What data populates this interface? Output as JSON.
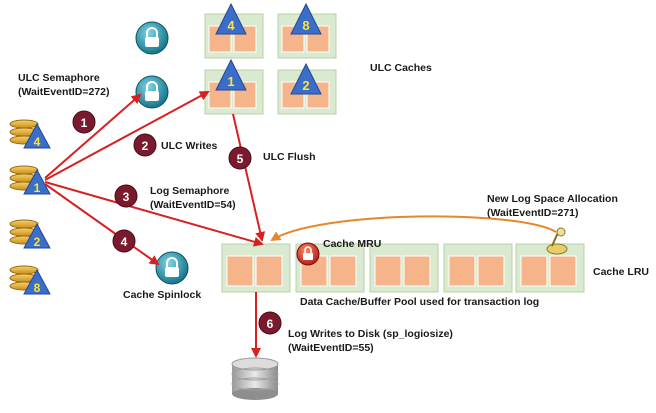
{
  "labels": {
    "ulc_semaphore": "ULC Semaphore",
    "ulc_semaphore_id": "(WaitEventID=272)",
    "ulc_caches": "ULC Caches",
    "ulc_writes": "ULC Writes",
    "ulc_flush": "ULC Flush",
    "log_semaphore": "Log Semaphore",
    "log_semaphore_id": "(WaitEventID=54)",
    "cache_spinlock": "Cache Spinlock",
    "new_log_space": "New Log Space Allocation",
    "new_log_space_id": "(WaitEventID=271)",
    "cache_mru": "Cache MRU",
    "cache_lru": "Cache LRU",
    "data_cache": "Data Cache/Buffer Pool used for transaction log",
    "log_writes": "Log Writes to Disk (sp_logiosize)",
    "log_writes_id": "(WaitEventID=55)"
  },
  "steps": [
    "1",
    "2",
    "3",
    "4",
    "5",
    "6"
  ],
  "engines": [
    "4",
    "1",
    "2",
    "8"
  ],
  "ulc_top": [
    "4",
    "8"
  ],
  "ulc_bottom": [
    "1",
    "2"
  ],
  "colors": {
    "arrow_red": "#d92020",
    "arrow_orange": "#e8862a",
    "step_circle": "#7a1a2e",
    "buffer_fill": "#f5b48a",
    "buffer_bg": "#d9ead0",
    "engine_triangle": "#3a6ec8",
    "engine_text": "#ffe23a",
    "lock_teal": "#1a8aa0"
  },
  "icons": [
    "lock-icon",
    "engine-icon",
    "disk-icon",
    "cache-mru-icon",
    "janitor-icon"
  ]
}
